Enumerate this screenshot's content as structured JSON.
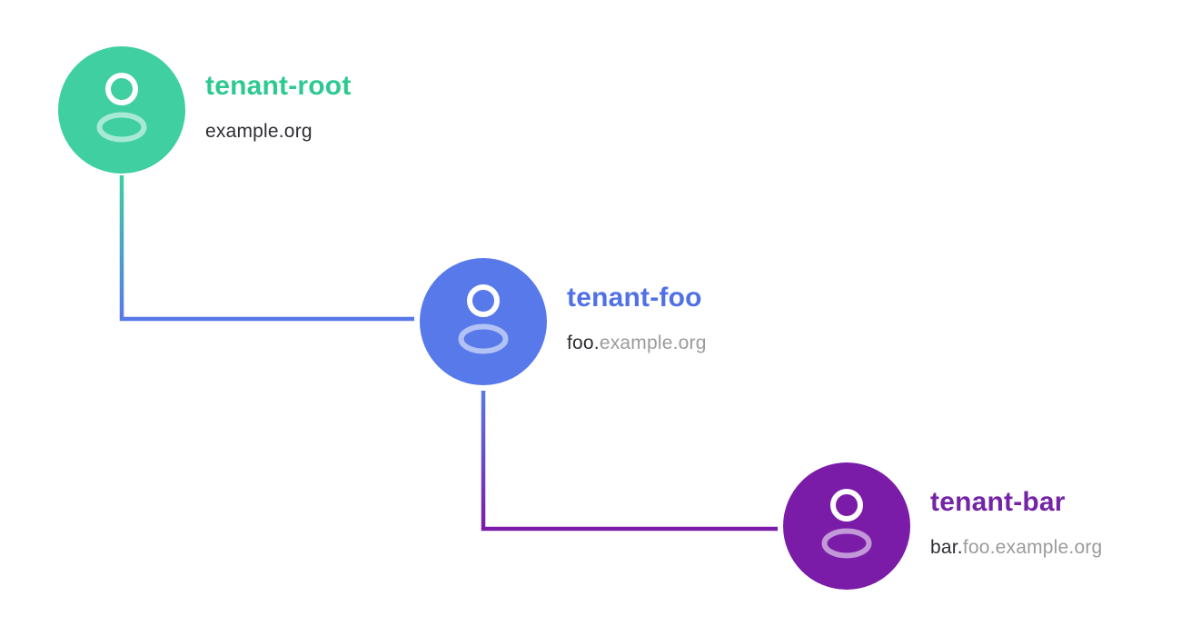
{
  "diagram": {
    "background_color": "#ffffff",
    "nodes": [
      {
        "name": "tenant-root",
        "title": "tenant-root",
        "domain_own": "example.org",
        "domain_parent": "",
        "circle_color": "#3FCFA1",
        "title_color": "#2EC992",
        "icon": "person-icon"
      },
      {
        "name": "tenant-foo",
        "title": "tenant-foo",
        "domain_own": "foo.",
        "domain_parent": "example.org",
        "circle_color": "#5879E9",
        "title_color": "#5070E6",
        "icon": "person-icon"
      },
      {
        "name": "tenant-bar",
        "title": "tenant-bar",
        "domain_own": "bar.",
        "domain_parent": "foo.example.org",
        "circle_color": "#7A1CA8",
        "title_color": "#7424A6",
        "icon": "person-icon"
      }
    ],
    "connectors": [
      {
        "from": "tenant-root",
        "to": "tenant-foo",
        "start_color": "#3FCFA1",
        "end_color": "#5879E9"
      },
      {
        "from": "tenant-foo",
        "to": "tenant-bar",
        "start_color": "#5879E9",
        "end_color": "#7A1CA8"
      }
    ],
    "text_colors": {
      "domain_own": "#2E2E33",
      "domain_parent": "#9B9B9B"
    }
  }
}
